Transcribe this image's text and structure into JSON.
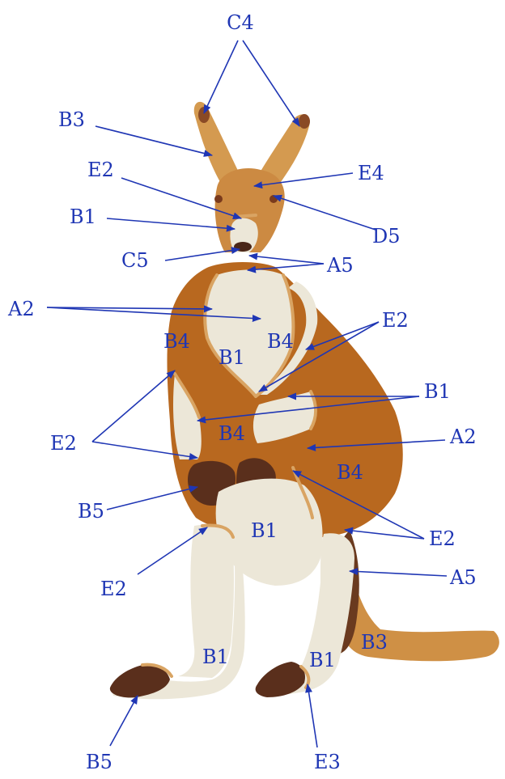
{
  "colors": {
    "label": "#1f36b4",
    "arrow": "#1f36b4",
    "orange": "#b8681f",
    "tan": "#d59c53",
    "cream": "#ece7d8",
    "brown": "#5a2f1c",
    "stitch": "#d9a463"
  },
  "labels": {
    "c4": "C4",
    "b3_ear": "B3",
    "e2_head": "E2",
    "e4": "E4",
    "b1_muzzle": "B1",
    "d5": "D5",
    "c5": "C5",
    "a5_chin": "A5",
    "a2_chest": "A2",
    "e2_right": "E2",
    "b4_left": "B4",
    "b1_chest": "B1",
    "b4_mid": "B4",
    "b1_right": "B1",
    "e2_left": "E2",
    "b4_center": "B4",
    "a2_right": "A2",
    "b4_hip": "B4",
    "b5_paw": "B5",
    "b1_belly": "B1",
    "e2_lower": "E2",
    "e2_leg": "E2",
    "a5_tail": "A5",
    "b3_tail": "B3",
    "b1_foot_left": "B1",
    "b1_foot_right": "B1",
    "b5_foot": "B5",
    "e3": "E3"
  }
}
